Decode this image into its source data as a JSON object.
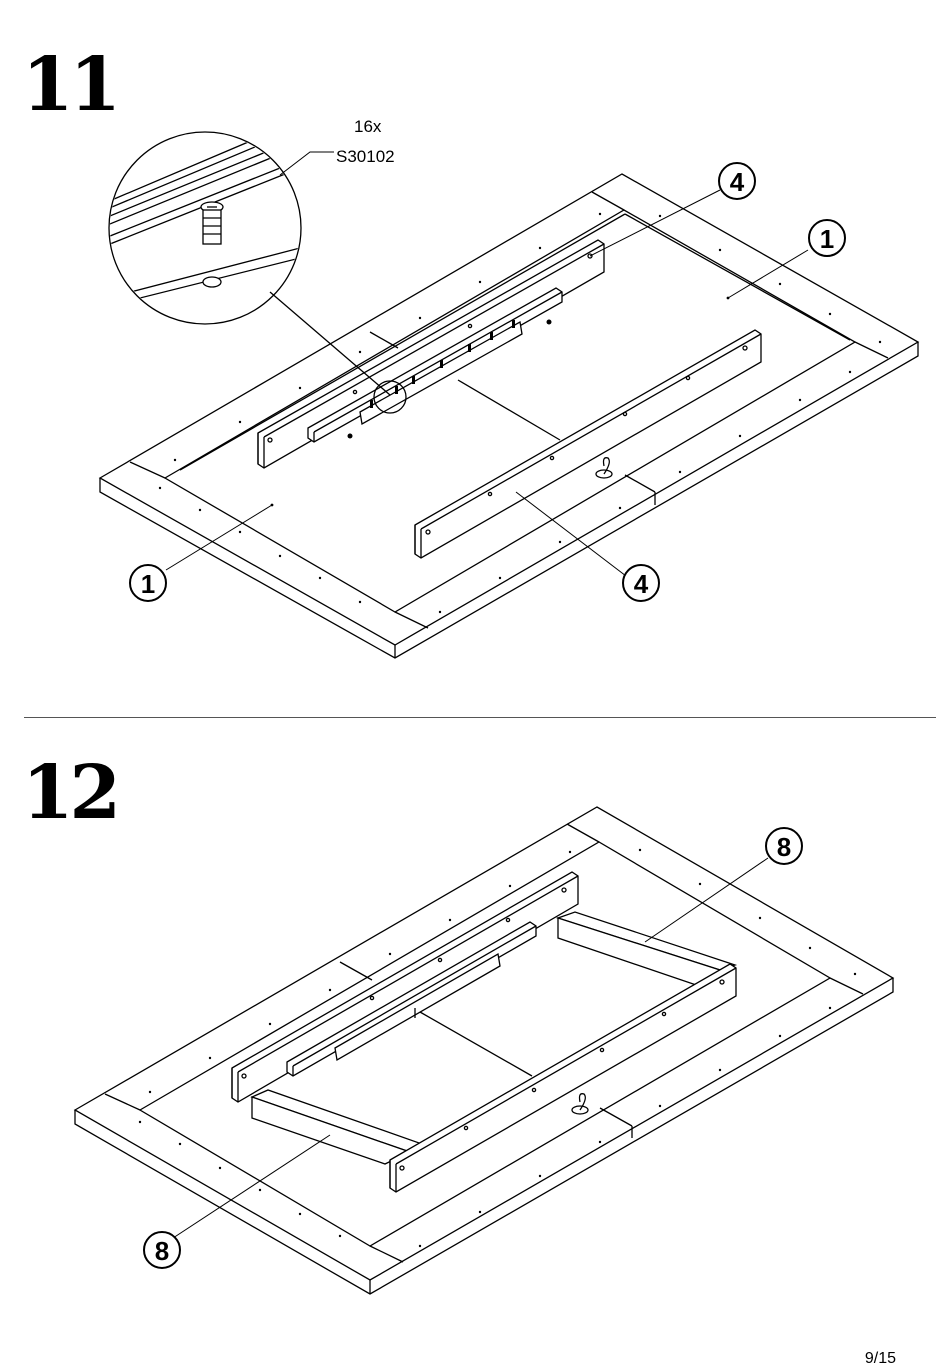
{
  "steps": [
    {
      "number": "11",
      "hardware": {
        "quantity": "16x",
        "code": "S30102",
        "icon": "cam-lock-screw-icon"
      },
      "callouts": [
        "1",
        "1",
        "4",
        "4"
      ]
    },
    {
      "number": "12",
      "callouts": [
        "8",
        "8"
      ]
    }
  ],
  "page": {
    "number": "9/15"
  }
}
